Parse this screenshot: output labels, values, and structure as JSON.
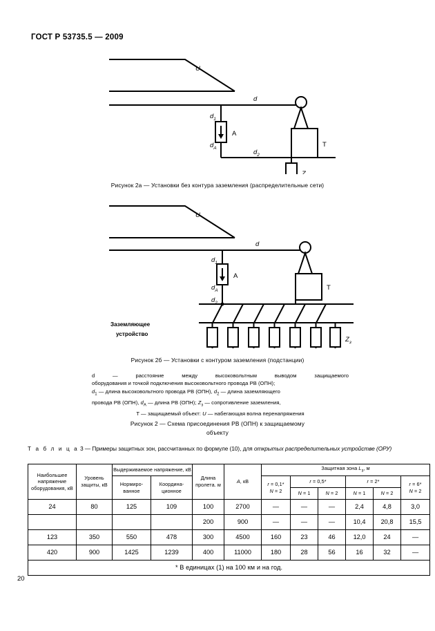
{
  "document": {
    "standard_header": "ГОСТ Р 53735.5 — 2009",
    "page_number": "20"
  },
  "figures": {
    "fig2a": {
      "caption": "Рисунок 2а — Установки без контура заземления (распределительные сети)",
      "labels": {
        "u": "U",
        "d": "d",
        "d1": "d",
        "d1_sub": "1",
        "dA": "d",
        "dA_sub": "A",
        "d2": "d",
        "d2_sub": "2",
        "arrester": "A",
        "transformer": "T",
        "impedance": "Z",
        "impedance_sub": "з"
      }
    },
    "fig2b": {
      "caption": "Рисунок 2б — Установки с контуром заземления (подстанции)",
      "labels": {
        "u": "U",
        "d": "d",
        "d1": "d",
        "d1_sub": "1",
        "dA": "d",
        "dA_sub": "A",
        "d2": "d",
        "d2_sub": "2",
        "arrester": "A",
        "transformer": "T",
        "impedance": "Z",
        "impedance_sub": "з",
        "grounding_line1": "Заземляющее",
        "grounding_line2": "устройство"
      }
    },
    "fig2": {
      "caption_line1": "Рисунок 2 — Схема присоединения РВ (ОПН) к защищаемому",
      "caption_line2": "объекту"
    }
  },
  "legend": {
    "line1": "d — расстояние между высоковольтным выводом защищаемого",
    "line2": "оборудования и точкой подключения высоковольтного провода РВ (ОПН);",
    "line3_a": "d",
    "line3_a_sub": "1",
    "line3_b": " — длина высоковольтного провода РВ (ОПН), ",
    "line3_c": "d",
    "line3_c_sub": "2",
    "line3_d": " — длина заземляющего",
    "line4_a": "провода РВ (ОПН), ",
    "line4_b": "d",
    "line4_b_sub": "A",
    "line4_c": " — длина РВ (ОПН); ",
    "line4_d": "Z",
    "line4_d_sub": "з",
    "line4_e": " — сопротивление заземления,",
    "line5_a": "T — защищаемый объект: ",
    "line5_b": "U",
    "line5_c": " — набегающая волна перенапряжения"
  },
  "table": {
    "title_prefix": "Т а б л и ц а",
    "title_number": " 3 ",
    "title_main": "— Примеры защитных зон, рассчитанных по формуле (10), для ",
    "title_italic": "открытых распределительных устройстве (ОРУ)",
    "headers": {
      "col1": "Наибольшее напряжение оборудова­ния, кВ",
      "col2": "Уровень защиты, кВ",
      "group_withstand": "Выдерживаемое напряжение, кВ",
      "col3": "Нормиро­ванное",
      "col4": "Координа­ционное",
      "col5": "Длина пролета. м",
      "col6_a": "A",
      "col6_b": ", кВ",
      "group_zone_a": "Защитная зона ",
      "group_zone_L": "L",
      "group_zone_sub": "з",
      "group_zone_b": ", м",
      "r01_line1_a": "r",
      "r01_line1_b": " = 0,1*",
      "r01_line2_a": "N",
      "r01_line2_b": " = 2",
      "r05_a": "r",
      "r05_b": " = 0,5*",
      "r2_a": "r",
      "r2_b": " = 2*",
      "r6_line1_a": "r",
      "r6_line1_b": " = 6*",
      "r6_line2_a": "N",
      "r6_line2_b": " = 2",
      "n1_a": "N",
      "n1_b": " = 1",
      "n2_a": "N",
      "n2_b": " = 2"
    },
    "rows": [
      {
        "max_voltage": "24",
        "protection_level": "80",
        "withstand_normalized": "125",
        "withstand_coordination": "109",
        "span_length": "100",
        "A_kV": "2700",
        "zone_r01_N2": "—",
        "zone_r05_N1": "—",
        "zone_r05_N2": "—",
        "zone_r2_N1": "2,4",
        "zone_r2_N2": "4,8",
        "zone_r6_N2": "3,0"
      },
      {
        "max_voltage": "",
        "protection_level": "",
        "withstand_normalized": "",
        "withstand_coordination": "",
        "span_length": "200",
        "A_kV": "900",
        "zone_r01_N2": "—",
        "zone_r05_N1": "—",
        "zone_r05_N2": "—",
        "zone_r2_N1": "10,4",
        "zone_r2_N2": "20,8",
        "zone_r6_N2": "15,5"
      },
      {
        "max_voltage": "123",
        "protection_level": "350",
        "withstand_normalized": "550",
        "withstand_coordination": "478",
        "span_length": "300",
        "A_kV": "4500",
        "zone_r01_N2": "160",
        "zone_r05_N1": "23",
        "zone_r05_N2": "46",
        "zone_r2_N1": "12,0",
        "zone_r2_N2": "24",
        "zone_r6_N2": "—"
      },
      {
        "max_voltage": "420",
        "protection_level": "900",
        "withstand_normalized": "1425",
        "withstand_coordination": "1239",
        "span_length": "400",
        "A_kV": "11000",
        "zone_r01_N2": "180",
        "zone_r05_N1": "28",
        "zone_r05_N2": "56",
        "zone_r2_N1": "16",
        "zone_r2_N2": "32",
        "zone_r6_N2": "—"
      }
    ],
    "footnote": "* В единицах (1) на 100 км и на год."
  }
}
